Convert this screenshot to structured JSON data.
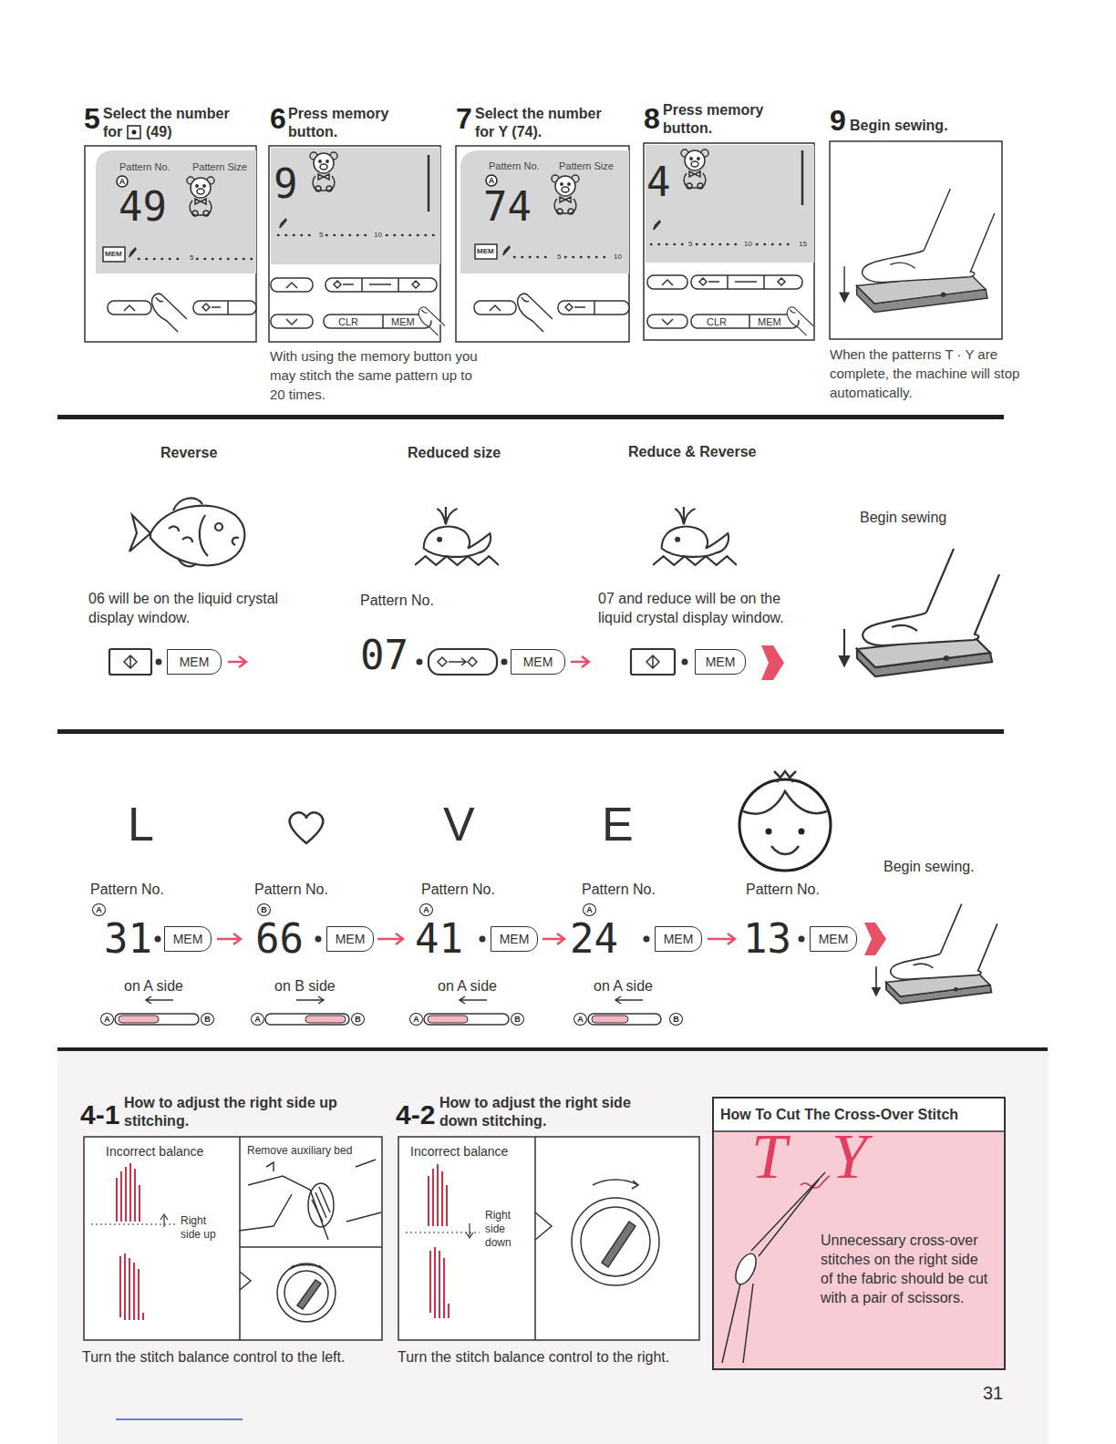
{
  "diagram": {
    "nodes": [
      {
        "text": [
          "5",
          "Select the number for",
          "(49)",
          "Pattern No.",
          "Pattern Size",
          "A",
          "49",
          "MEM",
          "5"
        ]
      },
      {
        "text": [
          "6",
          "Press memory button.",
          "9",
          "5",
          "10",
          "CLR",
          "MEM"
        ]
      },
      {
        "text": [
          "7",
          "Select the number for Y (74).",
          "Pattern No.",
          "Pattern Size",
          "A",
          "74",
          "MEM",
          "5",
          "10"
        ]
      },
      {
        "text": [
          "8",
          "Press memory button.",
          "4",
          "5",
          "10",
          "15",
          "CLR",
          "MEM"
        ]
      },
      {
        "text": [
          "9",
          "Begin sewing."
        ]
      },
      {
        "text": [
          "MEM"
        ]
      },
      {
        "text": [
          "MEM"
        ]
      },
      {
        "text": [
          "MEM"
        ]
      },
      {
        "text": [
          "A"
        ]
      },
      {
        "text": [
          "MEM"
        ]
      },
      {
        "text": [
          "B"
        ]
      },
      {
        "text": [
          "MEM"
        ]
      },
      {
        "text": [
          "A"
        ]
      },
      {
        "text": [
          "MEM"
        ]
      },
      {
        "text": [
          "A"
        ]
      },
      {
        "text": [
          "MEM"
        ]
      },
      {
        "text": [
          "MEM"
        ]
      },
      {
        "text": [
          "A"
        ]
      },
      {
        "text": [
          "B"
        ]
      },
      {
        "text": [
          "A"
        ]
      },
      {
        "text": [
          "B"
        ]
      },
      {
        "text": [
          "A"
        ]
      },
      {
        "text": [
          "B"
        ]
      },
      {
        "text": [
          "A"
        ]
      },
      {
        "text": [
          "B"
        ]
      },
      {
        "text": [
          "4-1",
          "How to adjust the right side up stitching.",
          "Incorrect balance",
          "Remove auxiliary bed",
          "Right side up"
        ]
      },
      {
        "text": [
          "4-2",
          "How to adjust the right side down stitching.",
          "Incorrect balance",
          "Right side down"
        ]
      },
      {
        "text": [
          "How To Cut The Cross-Over Stitch",
          "T",
          "Y",
          "Unnecessary cross-over stitches on the right side of the fabric should be cut with a pair of scissors."
        ]
      }
    ],
    "labels": [
      "With using the memory button you may stitch the same pattern up to 20 times.",
      "When the patterns T · Y are complete, the machine will stop automatically.",
      "Reverse",
      "Reduced size",
      "Reduce & Reverse",
      "Begin sewing",
      "06 will be on the liquid crystal display window.",
      "Pattern No.",
      "07 and reduce will be on the liquid crystal display window.",
      "07",
      "L",
      "V",
      "E",
      "Begin sewing.",
      "Pattern No.",
      "Pattern No.",
      "Pattern No.",
      "Pattern No.",
      "Pattern No.",
      "31",
      "66",
      "41",
      "24",
      "13",
      "on A side",
      "on B side",
      "on A side",
      "on A side",
      "Turn the stitch balance control to the left.",
      "Turn the stitch balance control to the right.",
      "31"
    ]
  }
}
